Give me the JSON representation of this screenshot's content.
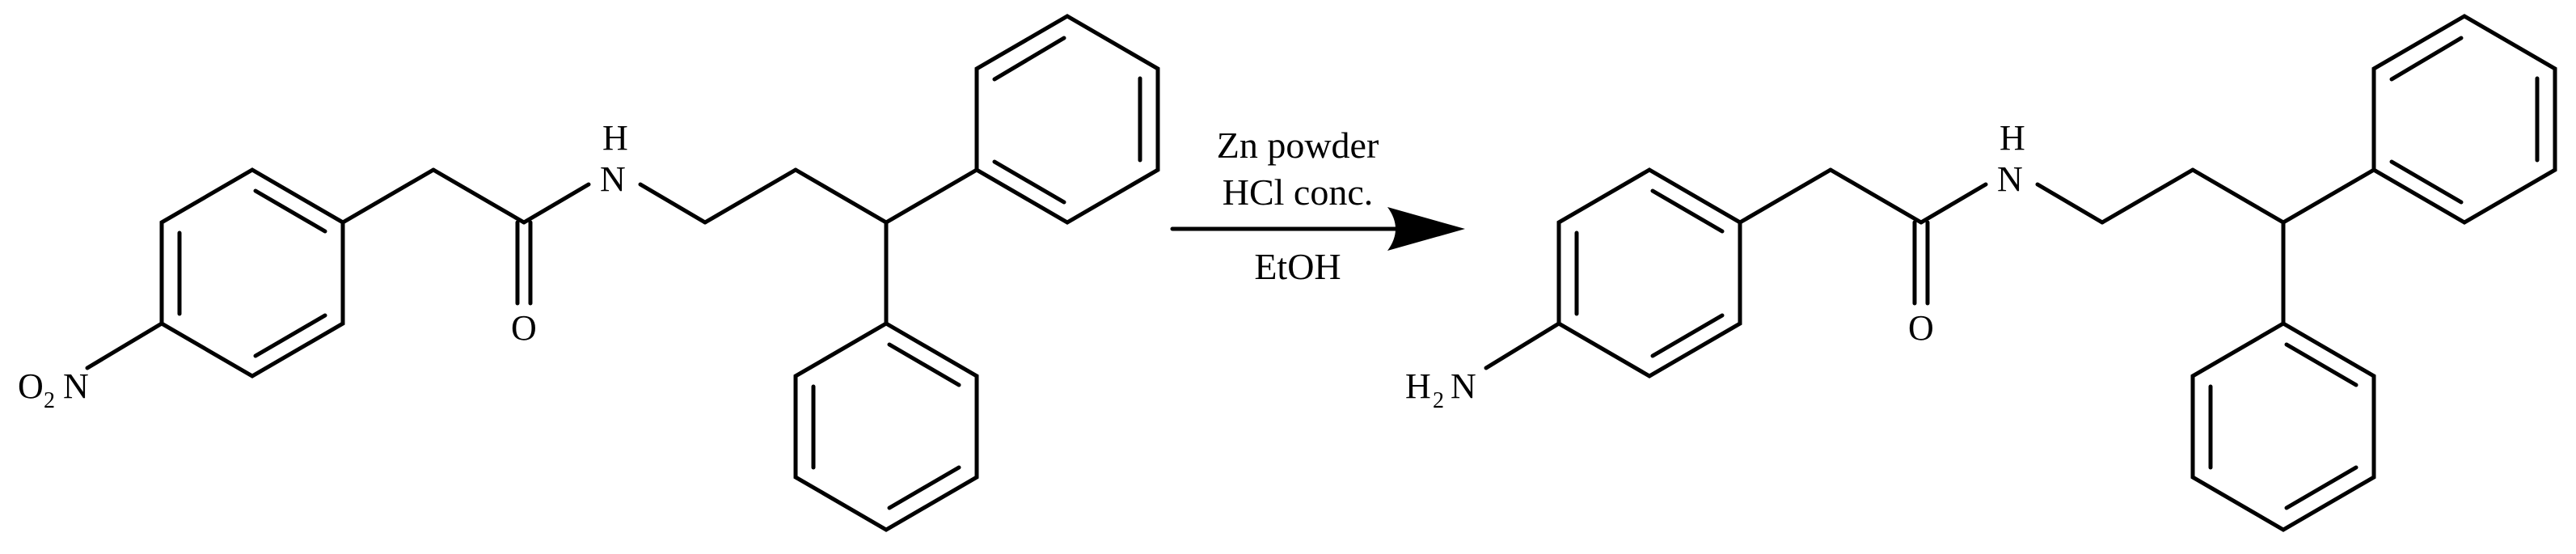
{
  "reactant": {
    "nitro_label": "O",
    "nitro_sub": "2",
    "nitro_n": "N",
    "amide_h": "H",
    "amide_n": "N",
    "carbonyl_o": "O"
  },
  "reaction_conditions": {
    "line1": "Zn powder",
    "line2": "HCl conc.",
    "line3": "EtOH"
  },
  "product": {
    "amine_h": "H",
    "amine_sub": "2",
    "amine_n": "N",
    "amide_h": "H",
    "amide_n": "N",
    "carbonyl_o": "O"
  }
}
